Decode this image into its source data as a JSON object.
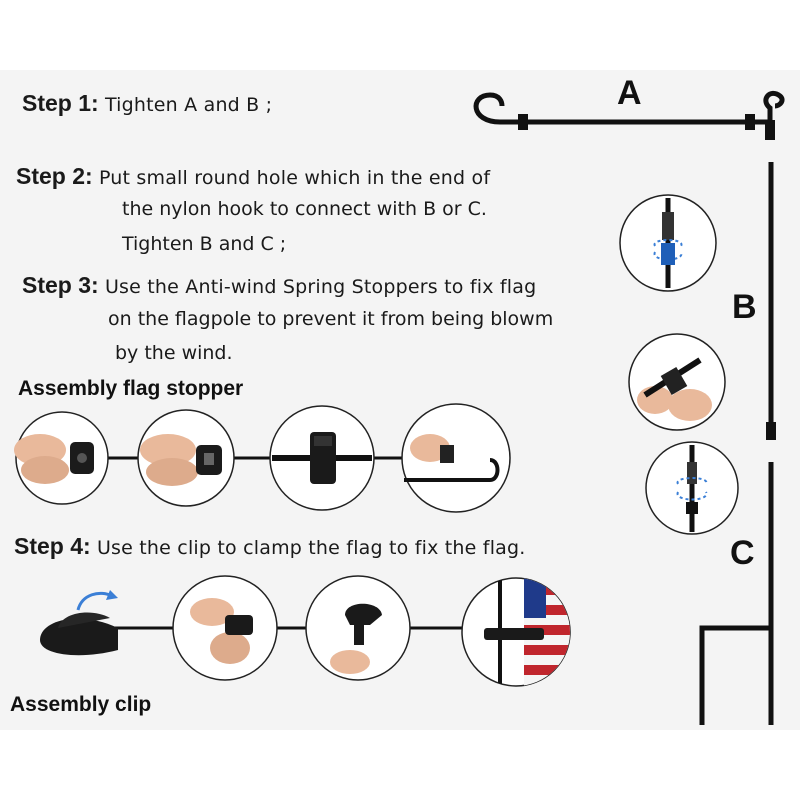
{
  "step1": {
    "label": "Step 1:",
    "text": "Tighten A and B ;"
  },
  "step2": {
    "label": "Step 2:",
    "line1": "Put small round hole which in the end of",
    "line2": "the nylon hook to connect with B or C.",
    "line3": "Tighten B and C ;"
  },
  "step3": {
    "label": "Step 3:",
    "line1": "Use the Anti-wind Spring Stoppers to fix flag",
    "line2": "on the flagpole to prevent it from being blowm",
    "line3": "by the wind."
  },
  "step4": {
    "label": "Step 4:",
    "text": "Use the clip to clamp the flag to fix the flag."
  },
  "headings": {
    "stopper": "Assembly flag stopper",
    "clip": "Assembly clip"
  },
  "pole_labels": {
    "a": "A",
    "b": "B",
    "c": "C"
  },
  "colors": {
    "text": "#1a1a1a",
    "pole": "#111111",
    "skin": "#e9b99b",
    "accent_blue": "#3b7fd6",
    "flag_red": "#c0262d",
    "flag_blue": "#1f3a8a"
  }
}
